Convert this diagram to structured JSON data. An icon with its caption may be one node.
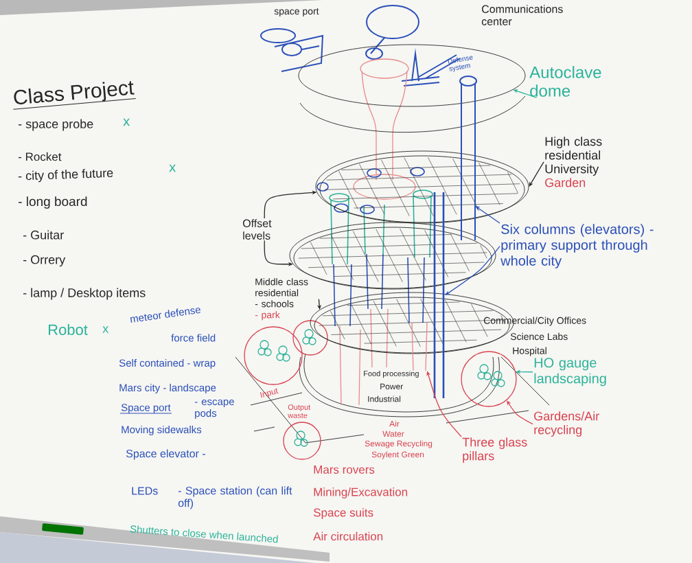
{
  "diagram": {
    "nodes": [
      {
        "text": [
          "Autoclave dome"
        ]
      },
      {
        "text": [
          "High class residential",
          "University",
          "Garden"
        ]
      },
      {
        "text": [
          "Six columns (elevators) - primary support through whole city"
        ]
      },
      {
        "text": [
          "Offset levels"
        ]
      },
      {
        "text": [
          "Middle class residential",
          "- schools",
          "- park"
        ]
      },
      {
        "text": [
          "HO gauge landscaping"
        ]
      },
      {
        "text": [
          "Gardens/Air recycling"
        ]
      },
      {
        "text": [
          "Three glass pillars"
        ]
      },
      {
        "text": [],
        "shape": "picture"
      },
      {
        "text": [],
        "shape": "picture"
      },
      {
        "text": [],
        "shape": "picture"
      },
      {
        "text": [],
        "shape": "picture"
      },
      {
        "text": [],
        "shape": "picture"
      },
      {
        "text": [],
        "shape": "picture"
      },
      {
        "text": [],
        "shape": "circle"
      },
      {
        "text": [],
        "shape": "picture"
      }
    ],
    "edges": [
      {
        "from": 0,
        "to": 8,
        "arrow": "to",
        "color": "#2bb39a"
      },
      {
        "from": 1,
        "to": 9,
        "arrow": "to"
      },
      {
        "from": 2,
        "to": 12,
        "arrow": "to",
        "color": "#2a4fb8"
      },
      {
        "from": 2,
        "to": 13,
        "arrow": "to",
        "color": "#2a4fb8"
      },
      {
        "from": 3,
        "to": 9,
        "arrow": "to"
      },
      {
        "from": 3,
        "to": 10,
        "arrow": "to"
      },
      {
        "from": 4,
        "to": 11,
        "arrow": "to"
      },
      {
        "from": 5,
        "to": 14,
        "arrow": "to",
        "color": "#2bb39a"
      },
      {
        "from": 6,
        "to": 14,
        "arrow": "to",
        "color": "#d9434f"
      },
      {
        "from": 7,
        "to": 15,
        "arrow": "to",
        "color": "#d9434f"
      }
    ],
    "labels": [
      "Class Project",
      "- space probe",
      "x",
      "- Rocket",
      "- city of the future",
      "x",
      "- long board",
      "- Guitar",
      "- Orrery",
      "- lamp / Desktop items",
      "Robot",
      "x",
      "meteor defense",
      "force field",
      "Self contained - wrap",
      "Mars city - landscape",
      "Space port",
      "- escape pods",
      "Moving sidewalks",
      "Space elevator -",
      "LEDs",
      "- Space station (can lift off)",
      "Shutters to close when launched",
      "space port",
      "Communications center",
      "Defense system",
      "Commercial/City Offices",
      "Science Labs",
      "Hospital",
      "Input",
      "Output waste",
      "Food processing",
      "Power",
      "Industrial",
      "Air",
      "Water",
      "Sewage Recycling",
      "Soylent Green",
      "Mars rovers",
      "Mining/Excavation",
      "Space suits",
      "Air circulation"
    ]
  }
}
